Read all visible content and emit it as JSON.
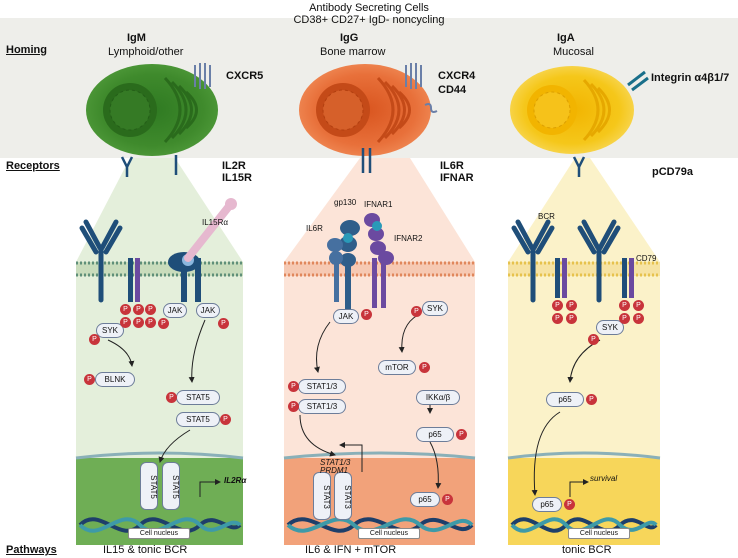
{
  "header": {
    "line1": "Antibody Secreting Cells",
    "line2": "CD38+ CD27+ IgD- noncycling"
  },
  "rows": {
    "homing": "Homing",
    "receptors": "Receptors",
    "pathways": "Pathways"
  },
  "columns": [
    {
      "isotype": "IgM",
      "location": "Lymphoid/other",
      "homing_receptor": "CXCR5",
      "receptor_line1": "IL2R",
      "receptor_line2": "IL15R",
      "pathway": "IL15 & tonic BCR",
      "cell_color": "#3f8a2c",
      "panel_color": "#e3eed9",
      "nucleus_color": "#6fae55",
      "labels": {
        "il15ra": "IL15Rα",
        "syk": "SYK",
        "blnk": "BLNK",
        "jak1": "JAK",
        "jak2": "JAK",
        "stat5a": "STAT5",
        "stat5b": "STAT5",
        "stat5_dimer_a": "STAT5",
        "stat5_dimer_b": "STAT5",
        "target_gene": "IL2Rα",
        "nucleus": "Cell nucleus"
      }
    },
    {
      "isotype": "IgG",
      "location": "Bone marrow",
      "homing_receptor": "CXCR4",
      "homing_receptor2": "CD44",
      "receptor_line1": "IL6R",
      "receptor_line2": "IFNAR",
      "pathway": "IL6 & IFN + mTOR",
      "cell_color": "#e8703a",
      "panel_color": "#fce3d6",
      "nucleus_color": "#f2a27a",
      "labels": {
        "gp130": "gp130",
        "il6r": "IL6R",
        "ifnar1": "IFNAR1",
        "ifnar2": "IFNAR2",
        "jak": "JAK",
        "syk": "SYK",
        "mtor": "mTOR",
        "stat13a": "STAT1/3",
        "stat13b": "STAT1/3",
        "ikk": "IKKα/β",
        "p65": "p65",
        "stat3_dimer_a": "STAT3",
        "stat3_dimer_b": "STAT3",
        "target_gene1": "STAT1/3",
        "target_gene2": "PRDM1",
        "p65_nuc": "p65",
        "nucleus": "Cell nucleus"
      }
    },
    {
      "isotype": "IgA",
      "location": "Mucosal",
      "homing_receptor": "Integrin α4β1/7",
      "receptor_line1": "pCD79a",
      "pathway": "tonic BCR",
      "cell_color": "#f5c71a",
      "panel_color": "#fbf1c6",
      "nucleus_color": "#f7d65a",
      "labels": {
        "bcr": "BCR",
        "cd79": "CD79",
        "syk": "SYK",
        "p65": "p65",
        "p65_nuc": "p65",
        "target_gene": "survival",
        "nucleus": "Cell nucleus"
      }
    }
  ],
  "phospho": "P",
  "colors": {
    "band": "#eeeeea",
    "receptor_blue": "#1f4e79",
    "receptor_purple": "#6b4aa0",
    "phospho_red": "#c8343b",
    "dna_dark": "#1e3f6a",
    "dna_teal": "#3e9aa8"
  }
}
